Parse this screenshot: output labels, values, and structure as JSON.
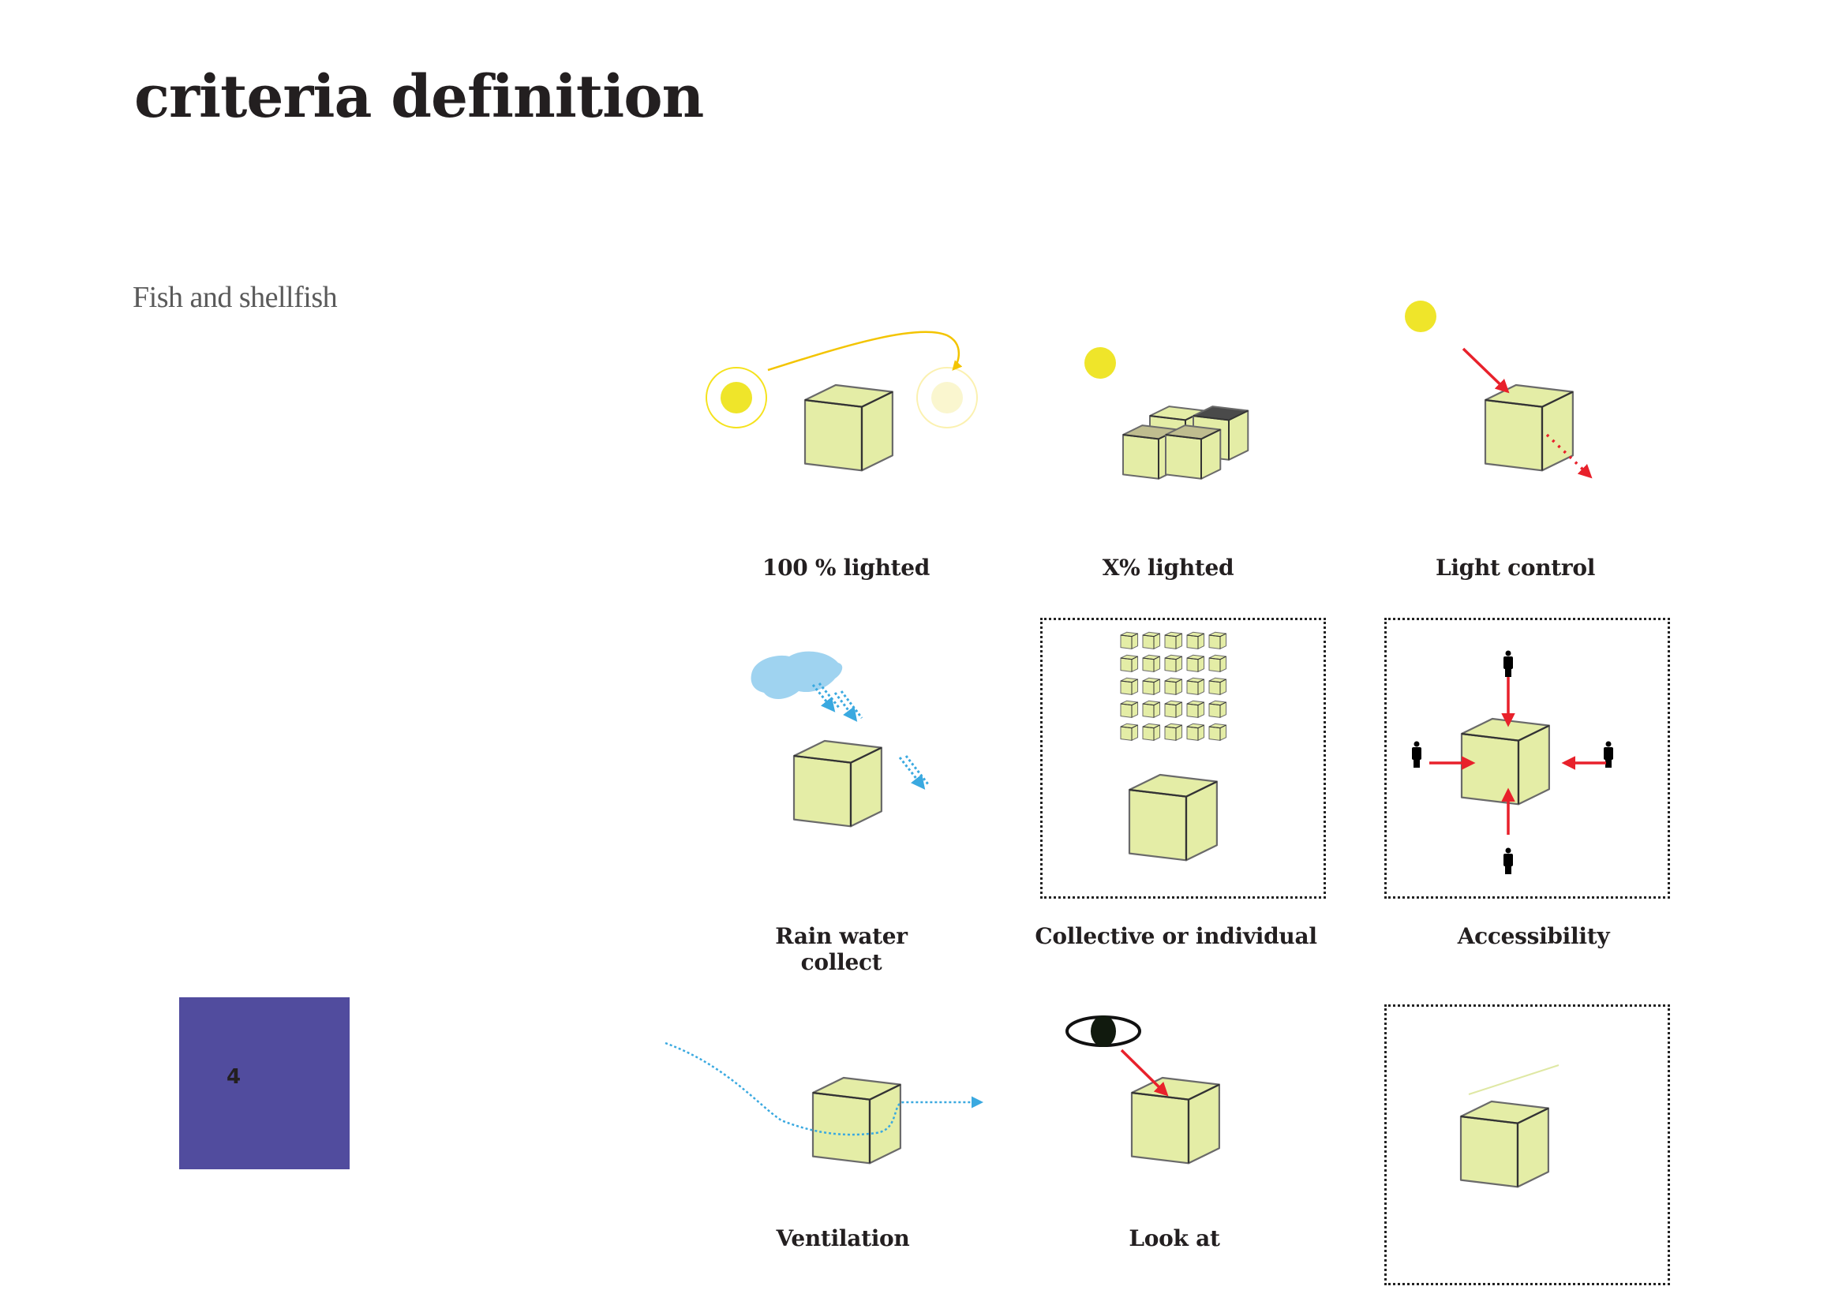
{
  "page": {
    "title": "criteria definition",
    "subtitle": "Fish and shellfish",
    "page_number": "4"
  },
  "colors": {
    "cube_fill": "#e4eda6",
    "cube_stroke": "#6a6a6a",
    "cube_edge_dark": "#333333",
    "sun": "#efe52a",
    "sun_faded": "#faf6cf",
    "sun_path": "#f3c400",
    "arrow_red": "#e8212b",
    "rain_blue": "#3aa9e0",
    "cloud": "#9fd3f0",
    "page_box": "#514c9e",
    "shaded_top": "#bfbd8f",
    "dark_top": "#4a4a4a"
  },
  "criteria": [
    {
      "id": "full-light",
      "label": "100 % lighted",
      "framed": false
    },
    {
      "id": "partial-light",
      "label": "X% lighted",
      "framed": false
    },
    {
      "id": "light-control",
      "label": "Light control",
      "framed": false
    },
    {
      "id": "rain-water",
      "label": "Rain water collect",
      "label_lines": [
        "Rain water",
        "collect"
      ],
      "framed": false
    },
    {
      "id": "collective",
      "label": "Collective or individual",
      "framed": true
    },
    {
      "id": "accessibility",
      "label": "Accessibility",
      "framed": true
    },
    {
      "id": "ventilation",
      "label": "Ventilation",
      "framed": false
    },
    {
      "id": "look-at",
      "label": "Look at",
      "framed": false
    },
    {
      "id": "unlabeled",
      "label": "",
      "framed": true
    }
  ],
  "collective_grid": {
    "rows": 5,
    "cols": 5
  }
}
